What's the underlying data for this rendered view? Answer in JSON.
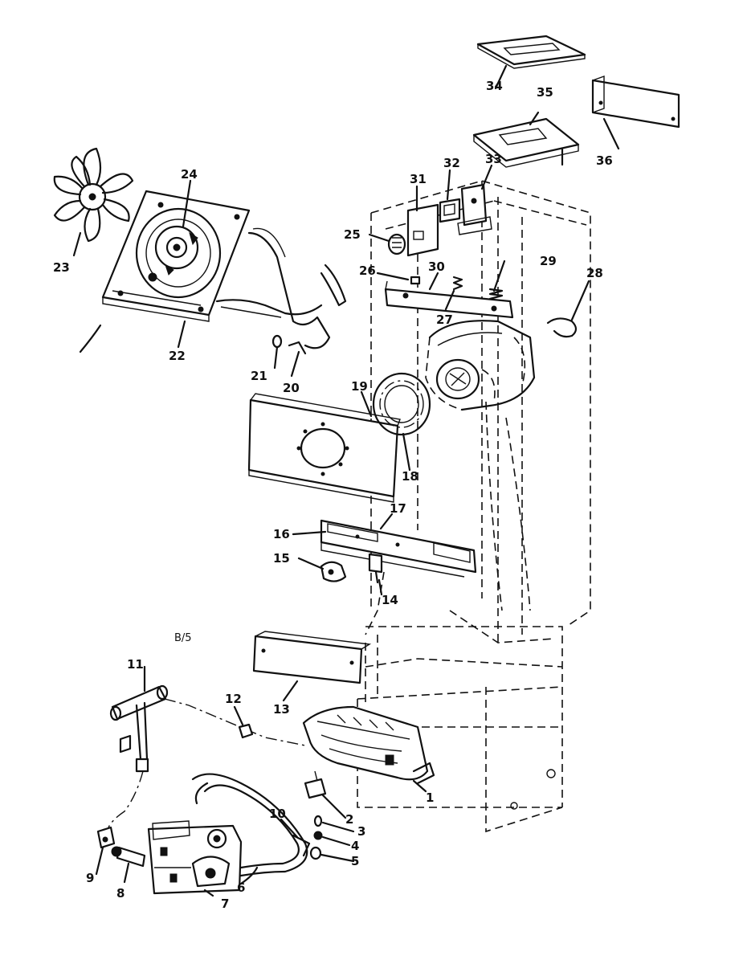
{
  "diagram": {
    "note": "B/5",
    "callouts": [
      "1",
      "2",
      "3",
      "4",
      "5",
      "6",
      "7",
      "8",
      "9",
      "10",
      "11",
      "12",
      "13",
      "14",
      "15",
      "16",
      "17",
      "18",
      "19",
      "20",
      "21",
      "22",
      "23",
      "24",
      "25",
      "26",
      "27",
      "28",
      "29",
      "30",
      "31",
      "32",
      "33",
      "34",
      "35",
      "36"
    ]
  }
}
